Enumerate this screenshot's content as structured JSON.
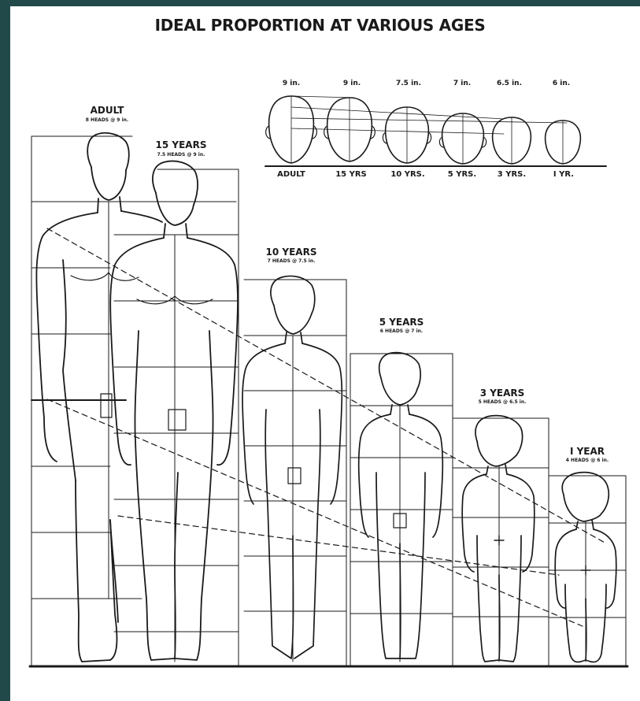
{
  "title": "IDEAL PROPORTION AT VARIOUS AGES",
  "figures": [
    {
      "age": "ADULT",
      "heads": "8 HEADS @ 9 in."
    },
    {
      "age": "15 YEARS",
      "heads": "7.5 HEADS @ 9 in."
    },
    {
      "age": "10 YEARS",
      "heads": "7 HEADS @ 7.5 in."
    },
    {
      "age": "5 YEARS",
      "heads": "6 HEADS @ 7 in."
    },
    {
      "age": "3 YEARS",
      "heads": "5 HEADS @ 6.5 in."
    },
    {
      "age": "I YEAR",
      "heads": "4 HEADS @ 6 in."
    }
  ],
  "head_row": {
    "measures": [
      "9 in.",
      "9 in.",
      "7.5 in.",
      "7 in.",
      "6.5 in.",
      "6 in."
    ],
    "names": [
      "ADULT",
      "15 YRS",
      "10 YRS.",
      "5 YRS.",
      "3 YRS.",
      "I YR."
    ]
  },
  "colors": {
    "background": "#22494a",
    "sheet": "#ffffff",
    "ink": "#1a1a1a"
  }
}
